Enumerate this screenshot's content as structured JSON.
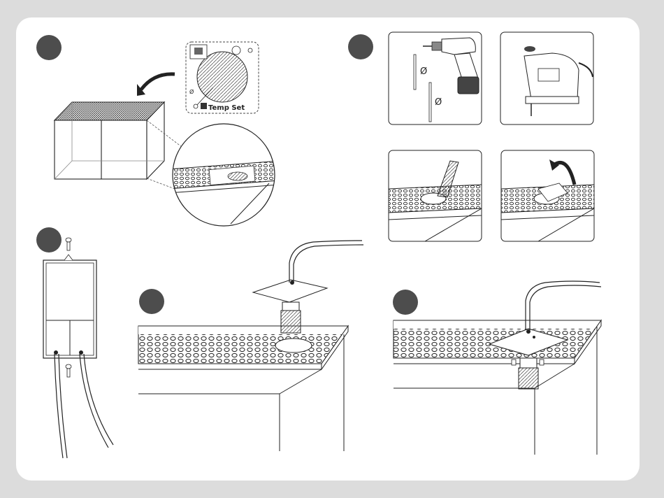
{
  "sheet": {
    "background_color": "#dcdcdc",
    "card_color": "#ffffff",
    "step_badge_color": "#4d4d4d",
    "line_color": "#1a1a1a"
  },
  "step1": {
    "template_label": "Temp Set",
    "diameter_symbol": "Ø"
  },
  "step2": {
    "diameter_symbol_1": "Ø",
    "diameter_symbol_2": "Ø"
  }
}
